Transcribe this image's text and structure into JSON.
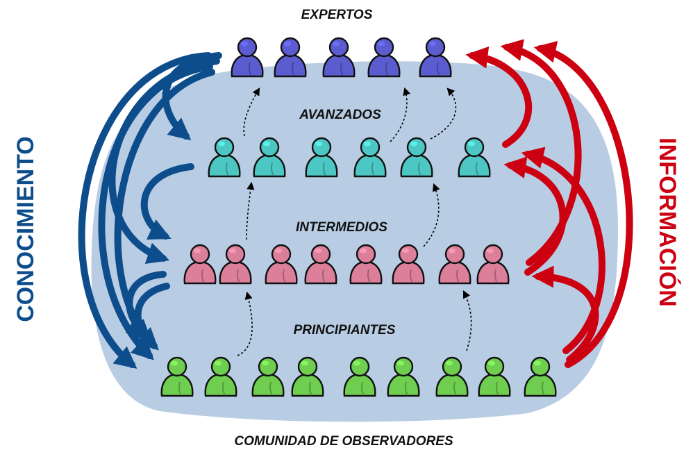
{
  "levels": {
    "expertos": "EXPERTOS",
    "avanzados": "AVANZADOS",
    "intermedios": "INTERMEDIOS",
    "principiantes": "PRINCIPIANTES"
  },
  "community": "COMUNIDAD DE OBSERVADORES",
  "left_label": "CONOCIMIENTO",
  "right_label": "INFORMACIÓN",
  "people_counts": {
    "expertos": 5,
    "avanzados": 6,
    "intermedios": 8,
    "principiantes": 9
  },
  "colors": {
    "expertos": "#5a5ccf",
    "avanzados": "#4cc7c3",
    "intermedios": "#dc7f9a",
    "principiantes": "#6fce4f",
    "knowledge": "#0d4d8c",
    "information": "#cc0011",
    "community": "#b8cde4"
  }
}
